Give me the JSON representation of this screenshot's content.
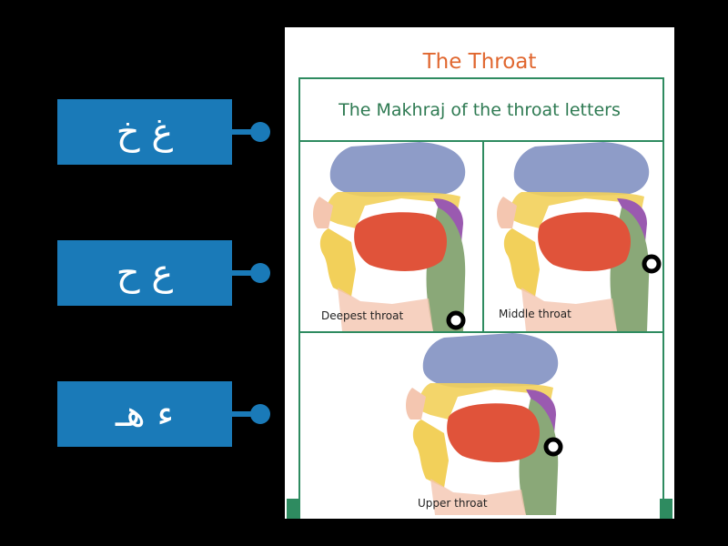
{
  "tiles": [
    {
      "text": "غ خ"
    },
    {
      "text": "ع ح"
    },
    {
      "text": "ء هـ"
    }
  ],
  "panel": {
    "title": "The Throat",
    "subtitle": "The Makhraj of the throat letters",
    "cells": [
      {
        "label": "Deepest throat"
      },
      {
        "label": "Middle throat"
      },
      {
        "label": "Upper throat"
      }
    ]
  },
  "colors": {
    "tile": "#1a7ab8",
    "title": "#e0662e",
    "frame": "#2e8b60",
    "nasal": "#8e9cc8",
    "palate": "#f2d05a",
    "tongue": "#e0533a",
    "throat": "#8aa878",
    "velum": "#9a5ab0",
    "skin": "#f4c6b0"
  }
}
